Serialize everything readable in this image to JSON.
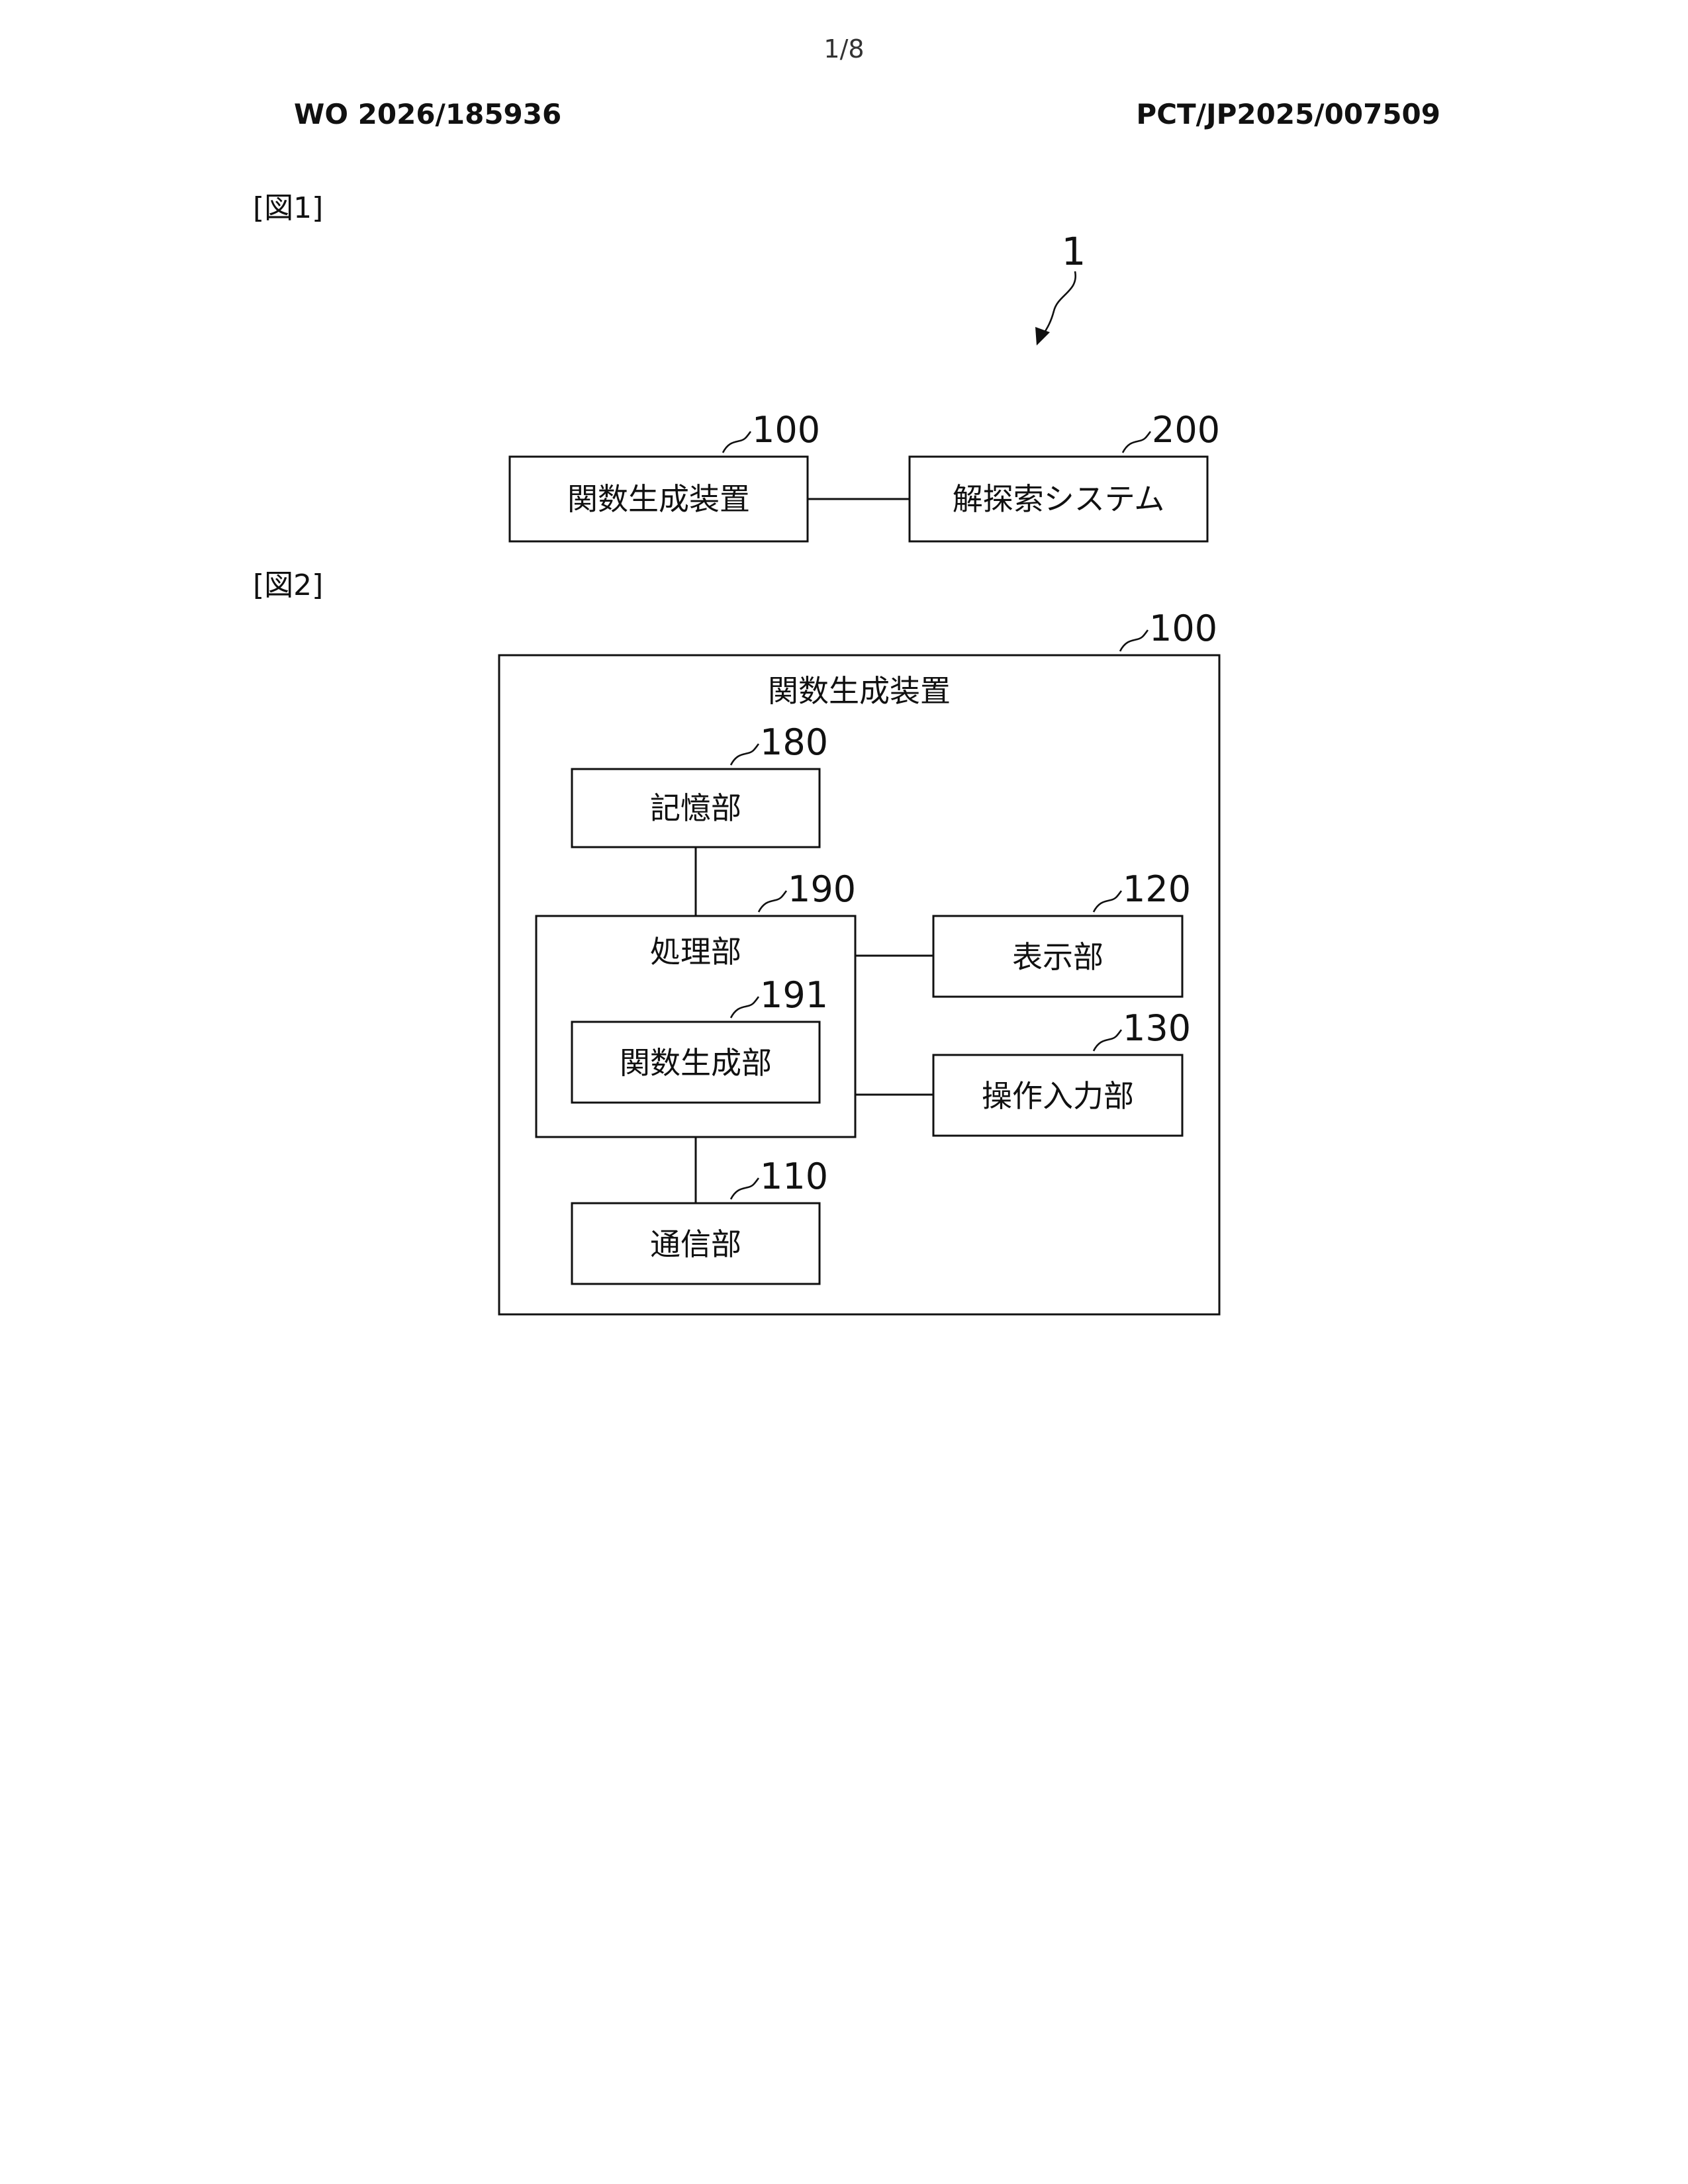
{
  "page": {
    "page_number": "1/8",
    "publication_number": "WO 2026/185936",
    "application_number": "PCT/JP2025/007509"
  },
  "fig1": {
    "label": "[図1]",
    "system_ref": "1",
    "blocks": [
      {
        "ref": "100",
        "label": "関数生成装置"
      },
      {
        "ref": "200",
        "label": "解探索システム"
      }
    ]
  },
  "fig2": {
    "label": "[図2]",
    "outer": {
      "ref": "100",
      "label": "関数生成装置"
    },
    "storage": {
      "ref": "180",
      "label": "記憶部"
    },
    "processing": {
      "ref": "190",
      "label": "処理部"
    },
    "function_generation": {
      "ref": "191",
      "label": "関数生成部"
    },
    "display": {
      "ref": "120",
      "label": "表示部"
    },
    "operation_input": {
      "ref": "130",
      "label": "操作入力部"
    },
    "communication": {
      "ref": "110",
      "label": "通信部"
    }
  }
}
